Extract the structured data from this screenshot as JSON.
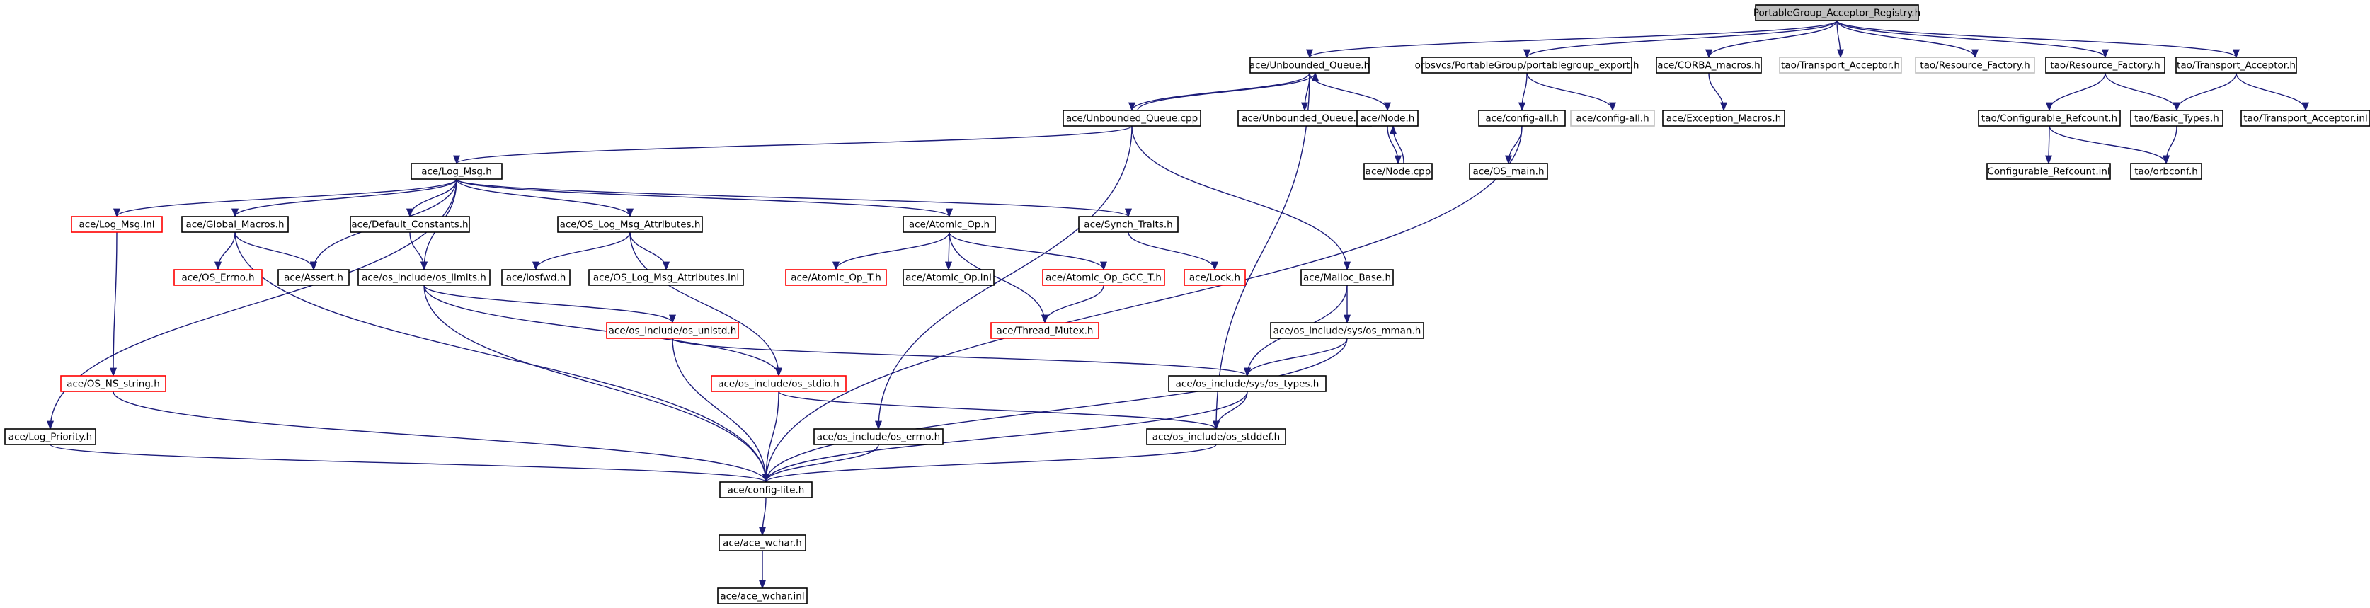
{
  "colors": {
    "edge": "#1c1c7a",
    "normal_border": "#000000",
    "missing_border": "#c0c0c0",
    "truncated_border": "#ff0000",
    "root_fill": "#bfbfbf",
    "text": "#000000"
  },
  "nodes": [
    {
      "id": "root",
      "label": "PortableGroup_Acceptor_Registry.h",
      "style": "root"
    },
    {
      "id": "uq_h",
      "label": "ace/Unbounded_Queue.h",
      "style": "normal"
    },
    {
      "id": "pg_export",
      "label": "orbsvcs/PortableGroup/portablegroup_export.h",
      "style": "normal"
    },
    {
      "id": "corba_macros",
      "label": "ace/CORBA_macros.h",
      "style": "normal"
    },
    {
      "id": "tao_ta_h_g",
      "label": "tao/Transport_Acceptor.h",
      "style": "missing"
    },
    {
      "id": "tao_rf_h_g",
      "label": "tao/Resource_Factory.h",
      "style": "missing"
    },
    {
      "id": "tao_rf_h",
      "label": "tao/Resource_Factory.h",
      "style": "normal"
    },
    {
      "id": "tao_ta_h",
      "label": "tao/Transport_Acceptor.h",
      "style": "normal"
    },
    {
      "id": "uq_cpp",
      "label": "ace/Unbounded_Queue.cpp",
      "style": "normal"
    },
    {
      "id": "uq_inl",
      "label": "ace/Unbounded_Queue.inl",
      "style": "normal"
    },
    {
      "id": "node_h",
      "label": "ace/Node.h",
      "style": "normal"
    },
    {
      "id": "config_all_h",
      "label": "ace/config-all.h",
      "style": "normal"
    },
    {
      "id": "config_all_g",
      "label": "ace/config-all.h",
      "style": "missing"
    },
    {
      "id": "exception_macros",
      "label": "ace/Exception_Macros.h",
      "style": "normal"
    },
    {
      "id": "conf_refcount_h",
      "label": "tao/Configurable_Refcount.h",
      "style": "normal"
    },
    {
      "id": "basic_types",
      "label": "tao/Basic_Types.h",
      "style": "normal"
    },
    {
      "id": "tao_ta_inl",
      "label": "tao/Transport_Acceptor.inl",
      "style": "normal"
    },
    {
      "id": "node_cpp",
      "label": "ace/Node.cpp",
      "style": "normal"
    },
    {
      "id": "os_main",
      "label": "ace/OS_main.h",
      "style": "normal"
    },
    {
      "id": "conf_refcount_inl",
      "label": "Configurable_Refcount.inl",
      "style": "normal"
    },
    {
      "id": "orbconf",
      "label": "tao/orbconf.h",
      "style": "normal"
    },
    {
      "id": "log_msg_h",
      "label": "ace/Log_Msg.h",
      "style": "normal"
    },
    {
      "id": "log_msg_inl",
      "label": "ace/Log_Msg.inl",
      "style": "truncated"
    },
    {
      "id": "global_macros",
      "label": "ace/Global_Macros.h",
      "style": "normal"
    },
    {
      "id": "default_constants",
      "label": "ace/Default_Constants.h",
      "style": "normal"
    },
    {
      "id": "os_log_msg_attr_h",
      "label": "ace/OS_Log_Msg_Attributes.h",
      "style": "normal"
    },
    {
      "id": "atomic_op_h",
      "label": "ace/Atomic_Op.h",
      "style": "normal"
    },
    {
      "id": "synch_traits",
      "label": "ace/Synch_Traits.h",
      "style": "normal"
    },
    {
      "id": "os_errno",
      "label": "ace/OS_Errno.h",
      "style": "truncated"
    },
    {
      "id": "assert_h",
      "label": "ace/Assert.h",
      "style": "normal"
    },
    {
      "id": "os_limits",
      "label": "ace/os_include/os_limits.h",
      "style": "normal"
    },
    {
      "id": "iosfwd",
      "label": "ace/iosfwd.h",
      "style": "normal"
    },
    {
      "id": "os_log_msg_attr_inl",
      "label": "ace/OS_Log_Msg_Attributes.inl",
      "style": "normal"
    },
    {
      "id": "atomic_op_t",
      "label": "ace/Atomic_Op_T.h",
      "style": "truncated"
    },
    {
      "id": "atomic_op_inl",
      "label": "ace/Atomic_Op.inl",
      "style": "normal"
    },
    {
      "id": "atomic_op_gcc_t",
      "label": "ace/Atomic_Op_GCC_T.h",
      "style": "truncated"
    },
    {
      "id": "lock_h",
      "label": "ace/Lock.h",
      "style": "truncated"
    },
    {
      "id": "malloc_base",
      "label": "ace/Malloc_Base.h",
      "style": "normal"
    },
    {
      "id": "thread_mutex",
      "label": "ace/Thread_Mutex.h",
      "style": "truncated"
    },
    {
      "id": "os_unistd",
      "label": "ace/os_include/os_unistd.h",
      "style": "truncated"
    },
    {
      "id": "os_mman",
      "label": "ace/os_include/sys/os_mman.h",
      "style": "normal"
    },
    {
      "id": "os_ns_string",
      "label": "ace/OS_NS_string.h",
      "style": "truncated"
    },
    {
      "id": "os_stdio",
      "label": "ace/os_include/os_stdio.h",
      "style": "truncated"
    },
    {
      "id": "os_types",
      "label": "ace/os_include/sys/os_types.h",
      "style": "normal"
    },
    {
      "id": "log_priority",
      "label": "ace/Log_Priority.h",
      "style": "normal"
    },
    {
      "id": "os_errno_inc",
      "label": "ace/os_include/os_errno.h",
      "style": "normal"
    },
    {
      "id": "os_stddef",
      "label": "ace/os_include/os_stddef.h",
      "style": "normal"
    },
    {
      "id": "config_lite",
      "label": "ace/config-lite.h",
      "style": "normal"
    },
    {
      "id": "ace_wchar_h",
      "label": "ace/ace_wchar.h",
      "style": "normal"
    },
    {
      "id": "ace_wchar_inl",
      "label": "ace/ace_wchar.inl",
      "style": "normal"
    }
  ],
  "edges": [
    [
      "root",
      "uq_h"
    ],
    [
      "root",
      "pg_export"
    ],
    [
      "root",
      "corba_macros"
    ],
    [
      "root",
      "tao_ta_h_g"
    ],
    [
      "root",
      "tao_rf_h_g"
    ],
    [
      "root",
      "tao_rf_h"
    ],
    [
      "root",
      "tao_ta_h"
    ],
    [
      "uq_h",
      "uq_cpp"
    ],
    [
      "uq_cpp",
      "uq_h"
    ],
    [
      "uq_h",
      "uq_inl"
    ],
    [
      "uq_h",
      "node_h"
    ],
    [
      "uq_h",
      "os_stddef"
    ],
    [
      "pg_export",
      "config_all_h"
    ],
    [
      "pg_export",
      "config_all_g"
    ],
    [
      "corba_macros",
      "exception_macros"
    ],
    [
      "tao_rf_h",
      "conf_refcount_h"
    ],
    [
      "tao_rf_h",
      "basic_types"
    ],
    [
      "tao_ta_h",
      "basic_types"
    ],
    [
      "tao_ta_h",
      "tao_ta_inl"
    ],
    [
      "node_h",
      "node_cpp"
    ],
    [
      "node_cpp",
      "node_h"
    ],
    [
      "config_all_h",
      "os_main"
    ],
    [
      "config_all_h",
      "config_lite"
    ],
    [
      "conf_refcount_h",
      "conf_refcount_inl"
    ],
    [
      "conf_refcount_h",
      "orbconf"
    ],
    [
      "basic_types",
      "orbconf"
    ],
    [
      "uq_cpp",
      "log_msg_h"
    ],
    [
      "uq_cpp",
      "malloc_base"
    ],
    [
      "uq_cpp",
      "os_errno_inc"
    ],
    [
      "log_msg_h",
      "log_msg_inl"
    ],
    [
      "log_msg_h",
      "global_macros"
    ],
    [
      "log_msg_h",
      "default_constants"
    ],
    [
      "log_msg_h",
      "os_log_msg_attr_h"
    ],
    [
      "log_msg_h",
      "atomic_op_h"
    ],
    [
      "log_msg_h",
      "synch_traits"
    ],
    [
      "log_msg_h",
      "assert_h"
    ],
    [
      "log_msg_h",
      "os_limits"
    ],
    [
      "log_msg_h",
      "log_priority"
    ],
    [
      "log_msg_inl",
      "os_ns_string"
    ],
    [
      "global_macros",
      "os_errno"
    ],
    [
      "global_macros",
      "assert_h"
    ],
    [
      "global_macros",
      "config_lite"
    ],
    [
      "default_constants",
      "os_limits"
    ],
    [
      "os_log_msg_attr_h",
      "iosfwd"
    ],
    [
      "os_log_msg_attr_h",
      "os_log_msg_attr_inl"
    ],
    [
      "os_log_msg_attr_h",
      "os_stdio"
    ],
    [
      "atomic_op_h",
      "atomic_op_t"
    ],
    [
      "atomic_op_h",
      "atomic_op_inl"
    ],
    [
      "atomic_op_h",
      "atomic_op_gcc_t"
    ],
    [
      "atomic_op_h",
      "thread_mutex"
    ],
    [
      "atomic_op_gcc_t",
      "thread_mutex"
    ],
    [
      "synch_traits",
      "lock_h"
    ],
    [
      "os_limits",
      "os_unistd"
    ],
    [
      "os_limits",
      "os_stdio"
    ],
    [
      "os_limits",
      "config_lite"
    ],
    [
      "os_unistd",
      "os_types"
    ],
    [
      "os_unistd",
      "config_lite"
    ],
    [
      "malloc_base",
      "os_mman"
    ],
    [
      "malloc_base",
      "os_types"
    ],
    [
      "os_mman",
      "os_types"
    ],
    [
      "os_mman",
      "config_lite"
    ],
    [
      "os_ns_string",
      "config_lite"
    ],
    [
      "os_stdio",
      "os_stddef"
    ],
    [
      "os_stdio",
      "config_lite"
    ],
    [
      "os_types",
      "os_stddef"
    ],
    [
      "os_types",
      "config_lite"
    ],
    [
      "log_priority",
      "config_lite"
    ],
    [
      "os_errno_inc",
      "config_lite"
    ],
    [
      "os_stddef",
      "config_lite"
    ],
    [
      "config_lite",
      "ace_wchar_h"
    ],
    [
      "ace_wchar_h",
      "ace_wchar_inl"
    ]
  ]
}
